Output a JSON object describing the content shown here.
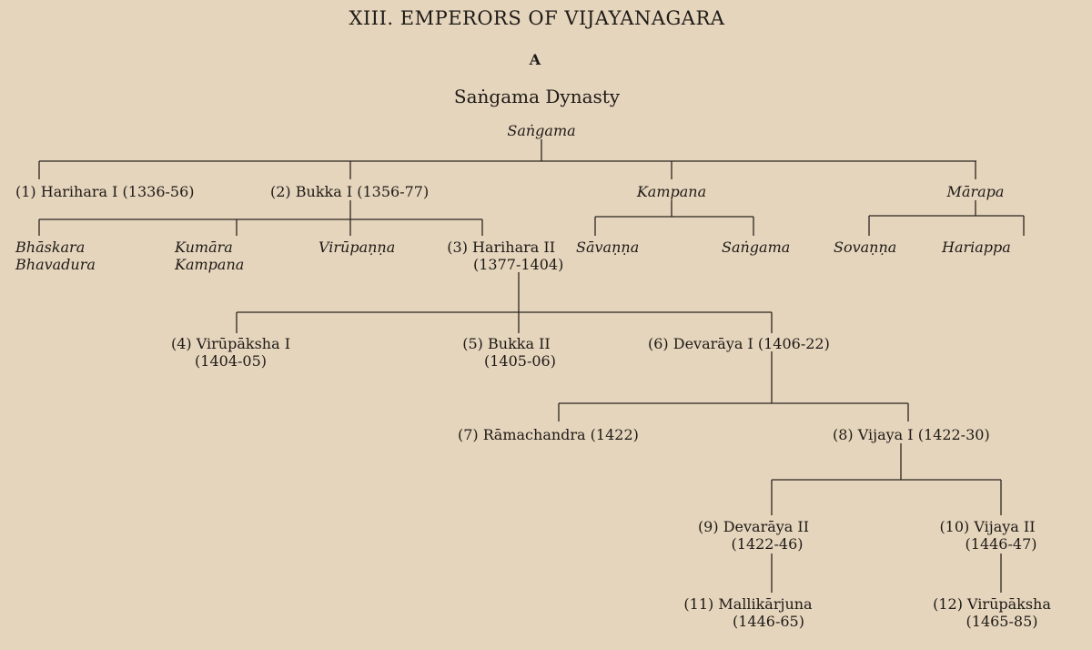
{
  "title": "XIII. EMPERORS OF VIJAYANAGARA",
  "section": "A",
  "subtitle": "Saṅgama Dynasty",
  "root": "Saṅgama",
  "generation1": {
    "harihara1": "(1) Harihara I (1336-56)",
    "bukka1": "(2) Bukka I (1356-77)",
    "kampana": "Kampana",
    "marapa": "Mārapa"
  },
  "generation2": {
    "bhaskara": [
      "Bhāskara",
      "Bhavadura"
    ],
    "kumara": [
      "Kumāra",
      "Kampana"
    ],
    "virupanna": "Virūpaṇṇa",
    "harihara2": [
      "(3) Harihara II",
      "(1377-1404)"
    ],
    "savanna": "Sāvaṇṇa",
    "sangama": "Saṅgama",
    "sovanna": "Sovaṇṇa",
    "hariappa": "Hariappa"
  },
  "generation3": {
    "virupaksha1": [
      "(4) Virūpāksha I",
      "(1404-05)"
    ],
    "bukka2": [
      "(5) Bukka II",
      "(1405-06)"
    ],
    "devaraya1": "(6) Devarāya I (1406-22)"
  },
  "generation4": {
    "ramachandra": "(7) Rāmachandra (1422)",
    "vijaya1": "(8) Vijaya I (1422-30)"
  },
  "generation5": {
    "devaraya2": [
      "(9) Devarāya II",
      "(1422-46)"
    ],
    "vijaya2": [
      "(10) Vijaya II",
      "(1446-47)"
    ]
  },
  "generation6": {
    "mallikarjuna": [
      "(11) Mallikārjuna",
      "(1446-65)"
    ],
    "virupaksha": [
      "(12) Virūpāksha",
      "(1465-85)"
    ]
  }
}
